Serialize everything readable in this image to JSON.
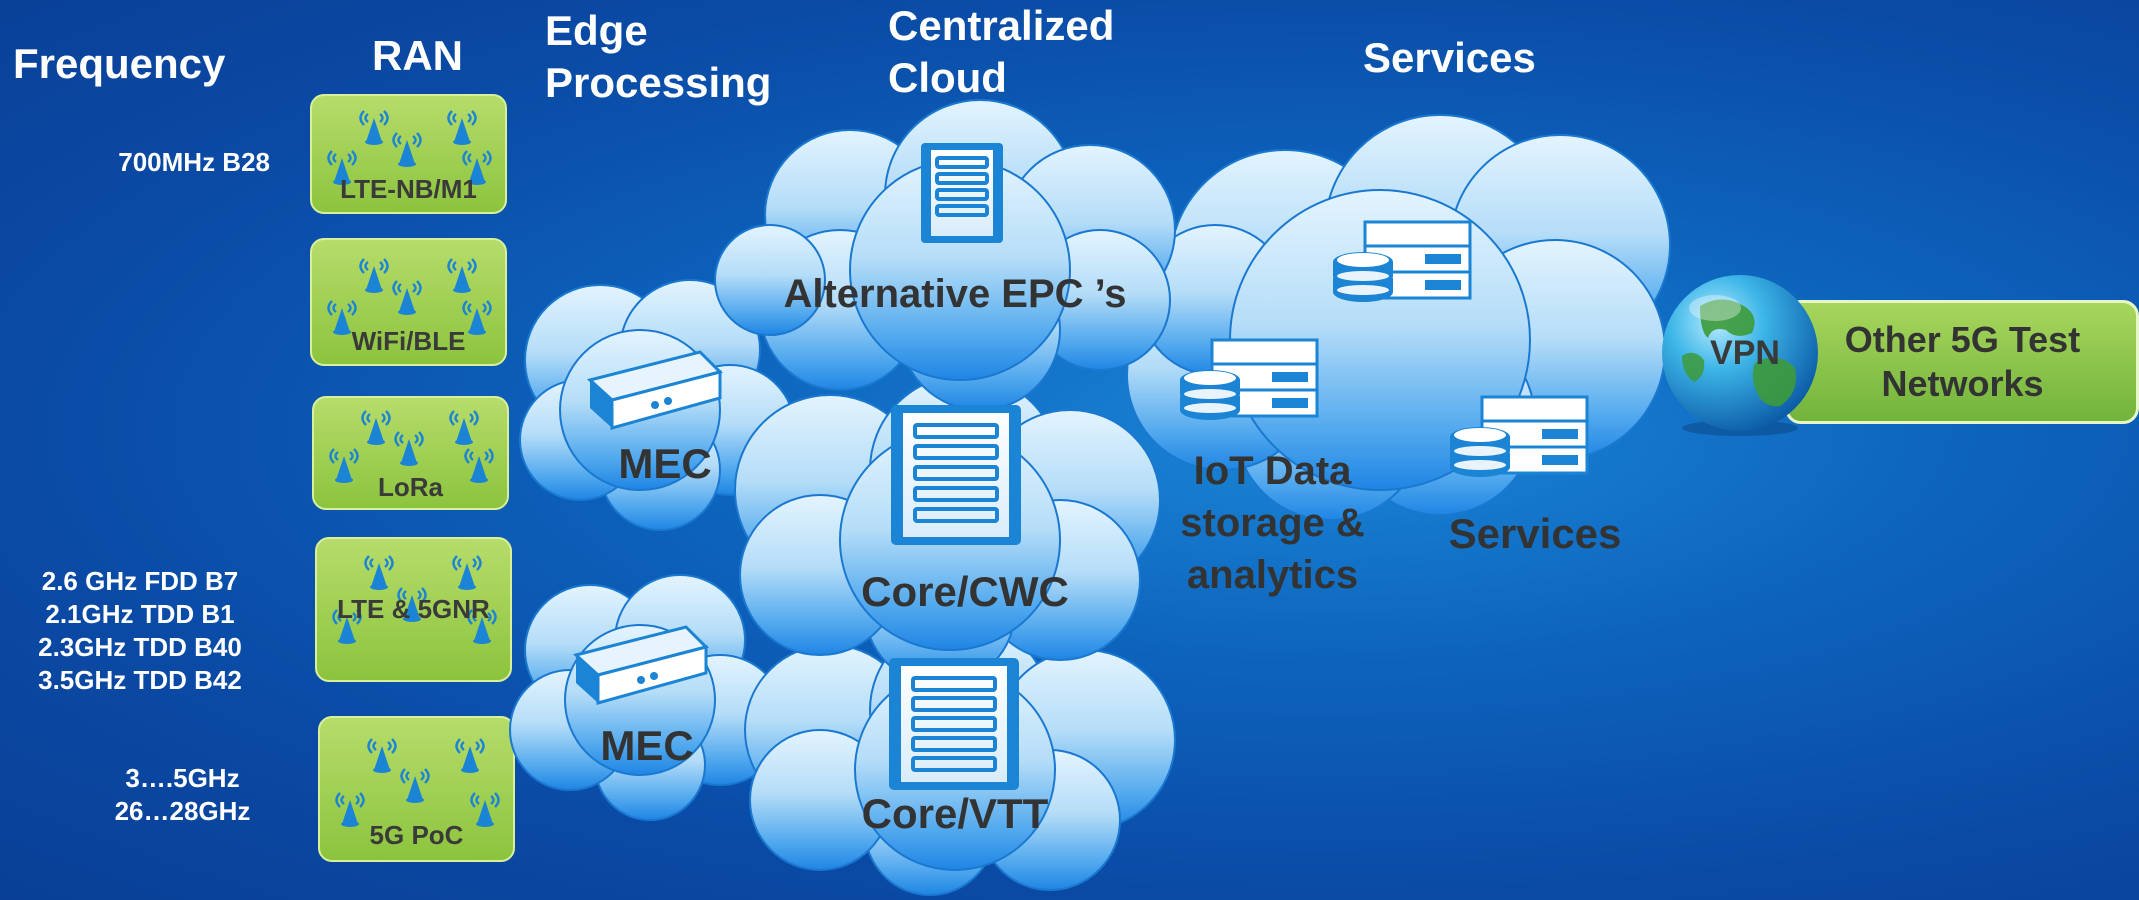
{
  "headers": {
    "frequency": "Frequency",
    "ran": "RAN",
    "edge": [
      "Edge",
      "Processing"
    ],
    "central": [
      "Centralized",
      "Cloud"
    ],
    "services": "Services"
  },
  "frequencies": {
    "lte_nb": [
      "700MHz B28"
    ],
    "lte_5gnr": [
      "2.6 GHz FDD B7",
      "2.1GHz TDD B1",
      "2.3GHz TDD B40",
      "3.5GHz TDD B42"
    ],
    "poc": [
      "3….5GHz",
      "26…28GHz"
    ]
  },
  "ran": [
    "LTE-NB/M1",
    "WiFi/BLE",
    "LoRa",
    "LTE & 5GNR",
    "5G PoC"
  ],
  "edge": [
    "MEC",
    "MEC"
  ],
  "central": [
    "Alternative EPC ’s",
    "Core/CWC",
    "Core/VTT"
  ],
  "services_cloud": {
    "iot": [
      "IoT Data",
      "storage &",
      "analytics"
    ],
    "services": "Services"
  },
  "vpn": "VPN",
  "test_networks": [
    "Other 5G Test",
    "Networks"
  ],
  "colors": {
    "background": "#0d5bb5",
    "cloud_top": "#dcf0fd",
    "cloud_bottom": "#2a8fe8",
    "ran_green": "#9ccf4c",
    "icon_blue": "#1b84d4",
    "text_dark": "#333333"
  },
  "icons": [
    "antenna-icon",
    "server-icon",
    "mec-box-icon",
    "database-server-icon",
    "globe-icon"
  ]
}
